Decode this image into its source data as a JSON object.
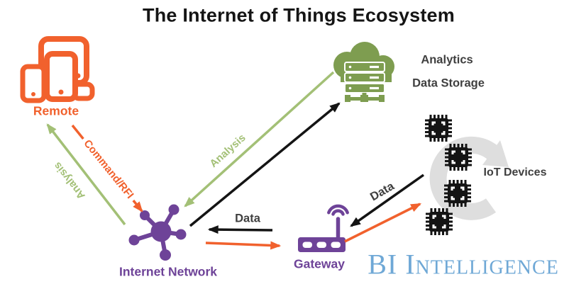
{
  "title": "The Internet of Things Ecosystem",
  "colors": {
    "orange": "#F1612D",
    "green": "#A3C076",
    "olive": "#7E9D50",
    "purple": "#6E4398",
    "ink": "#141414",
    "label_gray": "#3F3F3F",
    "logo_blue": "#6FA8D6",
    "cycle_gray": "#DEDEDE"
  },
  "nodes": {
    "remote": {
      "label": "Remote"
    },
    "analytics_storage": {
      "line1": "Analytics",
      "line2": "Data Storage"
    },
    "iot_devices": {
      "label": "IoT Devices"
    },
    "internet_network": {
      "label": "Internet Network"
    },
    "gateway": {
      "label": "Gateway"
    }
  },
  "edges": [
    {
      "id": "network-to-remote",
      "label": "Analysis",
      "color_name": "green"
    },
    {
      "id": "remote-to-network",
      "label": "Command/RFI",
      "color_name": "orange"
    },
    {
      "id": "analytics-to-network",
      "label": "Analysis",
      "color_name": "green"
    },
    {
      "id": "network-to-analytics",
      "label": "",
      "color_name": "black"
    },
    {
      "id": "gateway-to-network",
      "label": "Data",
      "color_name": "black"
    },
    {
      "id": "network-to-gateway",
      "label": "",
      "color_name": "orange"
    },
    {
      "id": "iot-to-gateway",
      "label": "Data",
      "color_name": "black"
    },
    {
      "id": "gateway-to-iot",
      "label": "",
      "color_name": "orange"
    }
  ],
  "branding": {
    "logo_text": "BI Intelligence"
  }
}
